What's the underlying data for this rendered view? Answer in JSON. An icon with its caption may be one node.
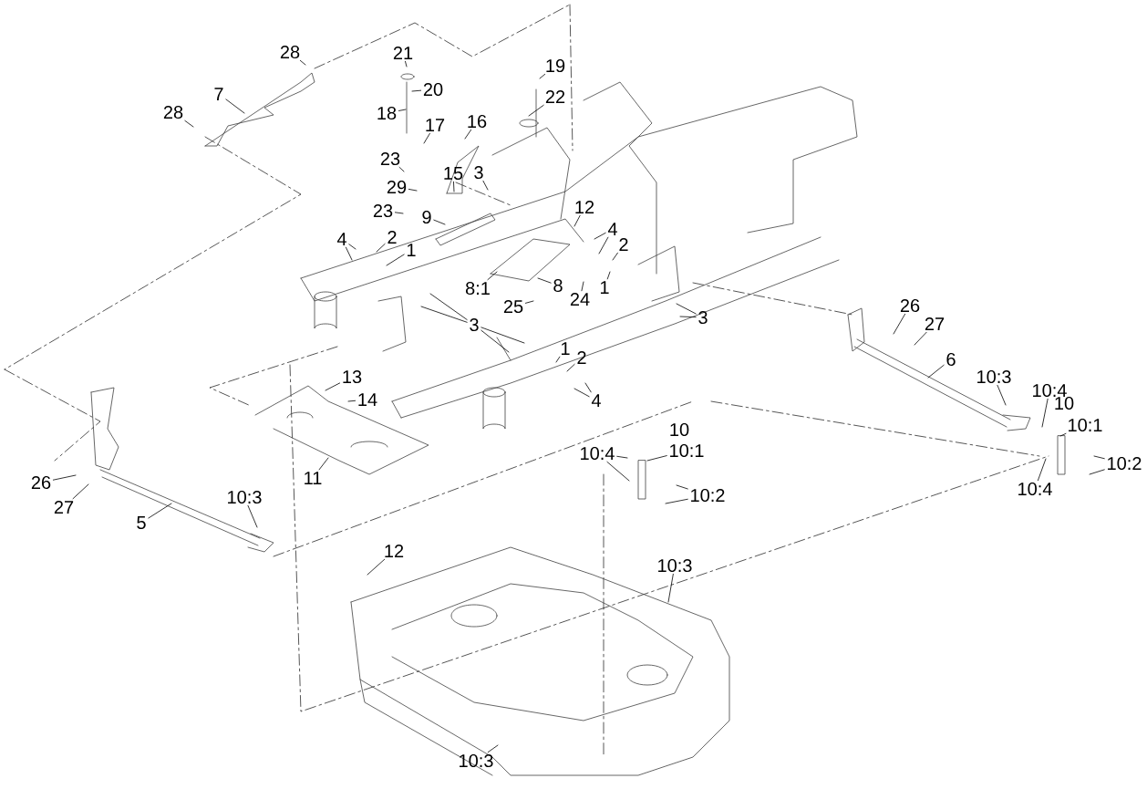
{
  "diagram": {
    "nodes": [
      {
        "text": [
          "28"
        ]
      },
      {
        "text": [
          "7"
        ]
      },
      {
        "text": [
          "28"
        ]
      },
      {
        "text": [
          "21"
        ]
      },
      {
        "text": [
          "20"
        ]
      },
      {
        "text": [
          "18"
        ]
      },
      {
        "text": [
          "17"
        ]
      },
      {
        "text": [
          "16"
        ]
      },
      {
        "text": [
          "23"
        ]
      },
      {
        "text": [
          "15"
        ]
      },
      {
        "text": [
          "3"
        ]
      },
      {
        "text": [
          "29"
        ]
      },
      {
        "text": [
          "23"
        ]
      },
      {
        "text": [
          "9"
        ]
      },
      {
        "text": [
          "4"
        ]
      },
      {
        "text": [
          "2"
        ]
      },
      {
        "text": [
          "1"
        ]
      },
      {
        "text": [
          "19"
        ]
      },
      {
        "text": [
          "22"
        ]
      },
      {
        "text": [
          "12"
        ]
      },
      {
        "text": [
          "4"
        ]
      },
      {
        "text": [
          "2"
        ]
      },
      {
        "text": [
          "1"
        ]
      },
      {
        "text": [
          "8:1"
        ]
      },
      {
        "text": [
          "8"
        ]
      },
      {
        "text": [
          "24"
        ]
      },
      {
        "text": [
          "25"
        ]
      },
      {
        "text": [
          "3"
        ]
      },
      {
        "text": [
          "3"
        ]
      },
      {
        "text": [
          "1"
        ]
      },
      {
        "text": [
          "2"
        ]
      },
      {
        "text": [
          "4"
        ]
      },
      {
        "text": [
          "26"
        ]
      },
      {
        "text": [
          "27"
        ]
      },
      {
        "text": [
          "6"
        ]
      },
      {
        "text": [
          "10:3"
        ]
      },
      {
        "text": [
          "10:4"
        ]
      },
      {
        "text": [
          "10:1"
        ]
      },
      {
        "text": [
          "10:2"
        ]
      },
      {
        "text": [
          "10:4"
        ]
      },
      {
        "text": [
          "10:1"
        ]
      },
      {
        "text": [
          "10:4"
        ]
      },
      {
        "text": [
          "10:2"
        ]
      },
      {
        "text": [
          "13"
        ]
      },
      {
        "text": [
          "14"
        ]
      },
      {
        "text": [
          "11"
        ]
      },
      {
        "text": [
          "26"
        ]
      },
      {
        "text": [
          "27"
        ]
      },
      {
        "text": [
          "5"
        ]
      },
      {
        "text": [
          "10:3"
        ]
      },
      {
        "text": [
          "12"
        ]
      },
      {
        "text": [
          "10:3"
        ]
      },
      {
        "text": [
          "10:3"
        ]
      }
    ],
    "edges": [
      {
        "from": 0,
        "to": null,
        "arrow": "none"
      },
      {
        "from": 1,
        "to": null,
        "arrow": "none"
      },
      {
        "from": 2,
        "to": null,
        "arrow": "none"
      },
      {
        "from": 3,
        "to": null,
        "arrow": "none"
      },
      {
        "from": 4,
        "to": null,
        "arrow": "none"
      },
      {
        "from": 5,
        "to": null,
        "arrow": "none"
      },
      {
        "from": 6,
        "to": null,
        "arrow": "none"
      },
      {
        "from": 7,
        "to": null,
        "arrow": "none"
      },
      {
        "from": 8,
        "to": null,
        "arrow": "none"
      },
      {
        "from": 9,
        "to": null,
        "arrow": "none"
      },
      {
        "from": 10,
        "to": null,
        "arrow": "none"
      },
      {
        "from": 11,
        "to": null,
        "arrow": "none"
      },
      {
        "from": 12,
        "to": null,
        "arrow": "none"
      },
      {
        "from": 13,
        "to": null,
        "arrow": "none"
      },
      {
        "from": 14,
        "to": null,
        "arrow": "none"
      },
      {
        "from": 14,
        "to": null,
        "arrow": "none"
      },
      {
        "from": 15,
        "to": null,
        "arrow": "none"
      },
      {
        "from": 16,
        "to": null,
        "arrow": "none"
      },
      {
        "from": 17,
        "to": null,
        "arrow": "none"
      },
      {
        "from": 18,
        "to": null,
        "arrow": "none"
      },
      {
        "from": 19,
        "to": null,
        "arrow": "none"
      },
      {
        "from": 20,
        "to": null,
        "arrow": "none"
      },
      {
        "from": 20,
        "to": null,
        "arrow": "none"
      },
      {
        "from": 21,
        "to": null,
        "arrow": "none"
      },
      {
        "from": 22,
        "to": null,
        "arrow": "none"
      },
      {
        "from": 23,
        "to": null,
        "arrow": "none"
      },
      {
        "from": 24,
        "to": null,
        "arrow": "none"
      },
      {
        "from": 25,
        "to": null,
        "arrow": "none"
      },
      {
        "from": 26,
        "to": null,
        "arrow": "none"
      },
      {
        "from": 27,
        "to": null,
        "arrow": "none"
      },
      {
        "from": 27,
        "to": null,
        "arrow": "none"
      },
      {
        "from": 27,
        "to": null,
        "arrow": "none"
      },
      {
        "from": 27,
        "to": null,
        "arrow": "none"
      },
      {
        "from": 28,
        "to": null,
        "arrow": "none"
      },
      {
        "from": 28,
        "to": null,
        "arrow": "none"
      },
      {
        "from": 29,
        "to": null,
        "arrow": "none"
      },
      {
        "from": 30,
        "to": null,
        "arrow": "none"
      },
      {
        "from": 31,
        "to": null,
        "arrow": "none"
      },
      {
        "from": 31,
        "to": null,
        "arrow": "none"
      },
      {
        "from": 32,
        "to": null,
        "arrow": "none"
      },
      {
        "from": 33,
        "to": null,
        "arrow": "none"
      },
      {
        "from": 34,
        "to": null,
        "arrow": "none"
      },
      {
        "from": 35,
        "to": null,
        "arrow": "none"
      },
      {
        "from": 36,
        "to": null,
        "arrow": "none"
      },
      {
        "from": 37,
        "to": null,
        "arrow": "none"
      },
      {
        "from": 38,
        "to": null,
        "arrow": "none"
      },
      {
        "from": 38,
        "to": null,
        "arrow": "none"
      },
      {
        "from": 39,
        "to": null,
        "arrow": "none"
      },
      {
        "from": 40,
        "to": null,
        "arrow": "none"
      },
      {
        "from": 41,
        "to": null,
        "arrow": "none"
      },
      {
        "from": 41,
        "to": null,
        "arrow": "none"
      },
      {
        "from": 42,
        "to": null,
        "arrow": "none"
      },
      {
        "from": 42,
        "to": null,
        "arrow": "none"
      },
      {
        "from": 43,
        "to": null,
        "arrow": "none"
      },
      {
        "from": 44,
        "to": null,
        "arrow": "none"
      },
      {
        "from": 45,
        "to": null,
        "arrow": "none"
      },
      {
        "from": 46,
        "to": null,
        "arrow": "none"
      },
      {
        "from": 47,
        "to": null,
        "arrow": "none"
      },
      {
        "from": 48,
        "to": null,
        "arrow": "none"
      },
      {
        "from": 49,
        "to": null,
        "arrow": "none"
      },
      {
        "from": 50,
        "to": null,
        "arrow": "none"
      },
      {
        "from": 51,
        "to": null,
        "arrow": "none"
      },
      {
        "from": 52,
        "to": null,
        "arrow": "none"
      }
    ],
    "labels": [
      "10",
      "10"
    ]
  }
}
